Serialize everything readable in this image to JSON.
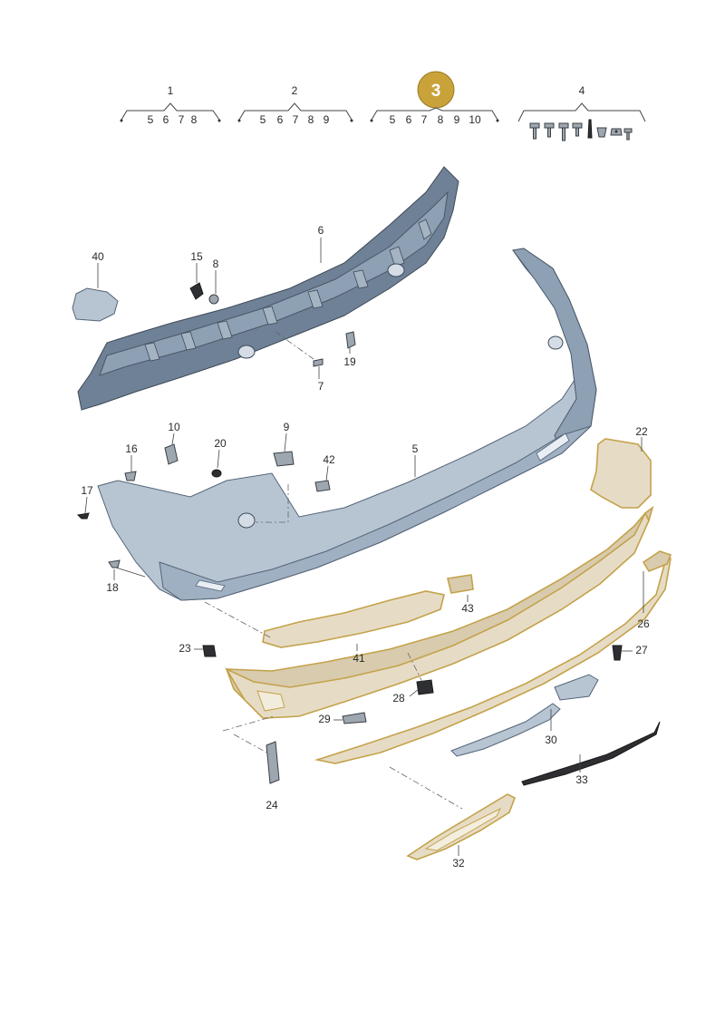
{
  "groups": [
    {
      "label": "1",
      "items": [
        "5",
        "6",
        "7",
        "8"
      ]
    },
    {
      "label": "2",
      "items": [
        "5",
        "6",
        "7",
        "8",
        "9"
      ]
    },
    {
      "label": "3",
      "items": [
        "5",
        "6",
        "7",
        "8",
        "9",
        "10"
      ],
      "highlighted": true
    },
    {
      "label": "4",
      "items": []
    }
  ],
  "highlight_color": "#c9a23a",
  "callouts": {
    "p5": "5",
    "p6": "6",
    "p7": "7",
    "p8": "8",
    "p9": "9",
    "p10": "10",
    "p15": "15",
    "p16": "16",
    "p17": "17",
    "p18": "18",
    "p19": "19",
    "p20": "20",
    "p22": "22",
    "p23": "23",
    "p24": "24",
    "p26": "26",
    "p27": "27",
    "p28": "28",
    "p29": "29",
    "p30": "30",
    "p32": "32",
    "p33": "33",
    "p40": "40",
    "p41": "41",
    "p42": "42",
    "p43": "43"
  }
}
